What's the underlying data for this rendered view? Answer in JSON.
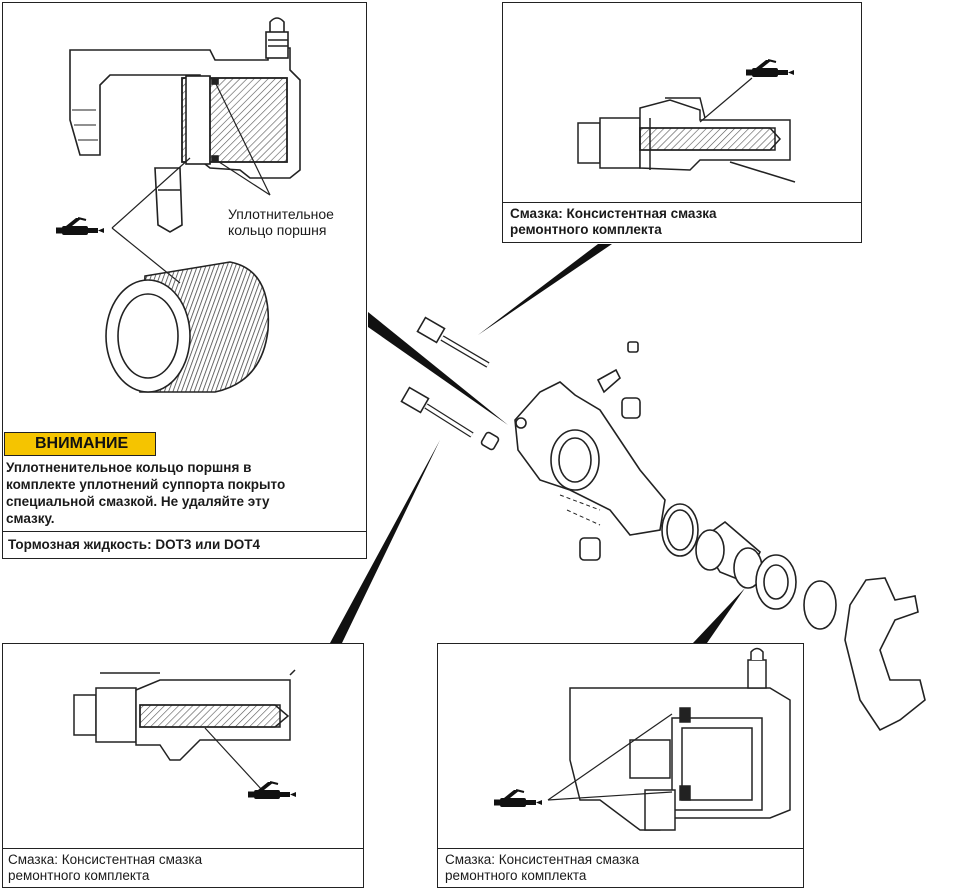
{
  "panels": {
    "top_left": {
      "callout_label": "Уплотнительное\nкольцо поршня",
      "callout_line1": "Уплотнительное",
      "callout_line2": "кольцо поршня",
      "warning_badge": "ВНИМАНИЕ",
      "warning_text": "Уплотненительное кольцо поршня в комплекте уплотнений суппорта покрыто специальной смазкой. Не удаляйте эту смазку.",
      "warning_line1": "Уплотненительное кольцо поршня в",
      "warning_line2": "комплекте уплотнений суппорта покрыто",
      "warning_line3": "специальной смазкой. Не удаляйте эту",
      "warning_line4": "смазку.",
      "fluid_note": "Тормозная жидкость: DOT3 или DOT4"
    },
    "top_right": {
      "caption_line1": "Смазка: Консистентная смазка",
      "caption_line2": "ремонтного комплекта"
    },
    "bottom_left": {
      "caption_line1": "Смазка: Консистентная смазка",
      "caption_line2": "ремонтного комплекта"
    },
    "bottom_right": {
      "caption_line1": "Смазка: Консистентная смазка",
      "caption_line2": "ремонтного комплекта"
    }
  },
  "colors": {
    "line": "#222222",
    "hatch": "#555555",
    "warning_fill": "#f5c400",
    "leader_fill": "#111111"
  },
  "icons": [
    "grease-gun-icon",
    "warning-triangle-icon"
  ]
}
